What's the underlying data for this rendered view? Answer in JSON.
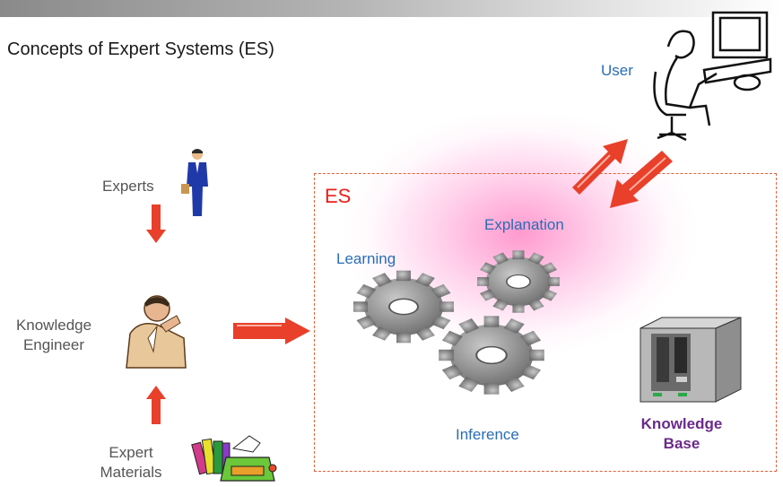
{
  "title": "Concepts of Expert Systems (ES)",
  "nodes": {
    "experts": "Experts",
    "knowledge_engineer": [
      "Knowledge",
      "Engineer"
    ],
    "expert_materials": [
      "Expert",
      "Materials"
    ],
    "user": "User",
    "es": "ES",
    "learning": "Learning",
    "explanation": "Explanation",
    "inference": "Inference",
    "knowledge_base": [
      "Knowledge",
      "Base"
    ]
  },
  "colors": {
    "arrow": "#e8402a",
    "es_text": "#e8201a",
    "label_blue": "#2a6db5",
    "kb_text": "#6a2a8a",
    "gear": "#8c8c8c"
  },
  "icons": [
    "businessman-icon",
    "thinking-man-icon",
    "books-typewriter-icon",
    "computer-user-icon",
    "gear-icon",
    "server-icon"
  ]
}
